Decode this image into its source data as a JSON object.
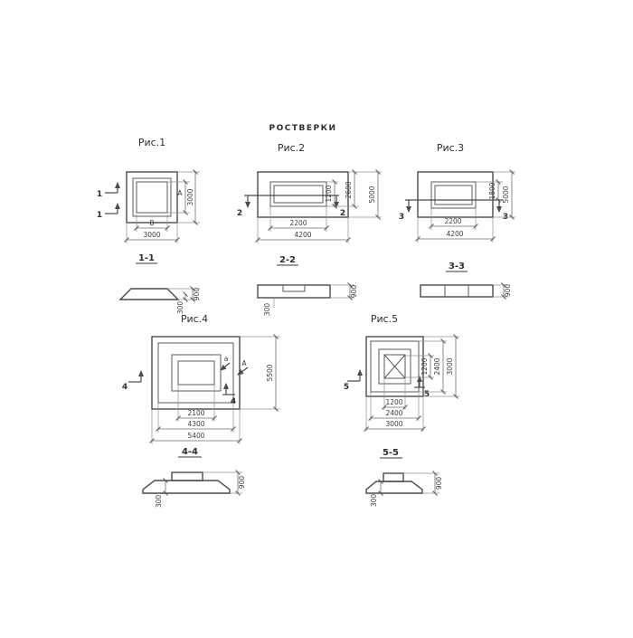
{
  "title": "РОСТВЕРКИ",
  "fig1": {
    "label": "Рис.1",
    "cut": "1",
    "plan": {
      "dim_b": "В",
      "dim_width": "3000",
      "dim_a": "А",
      "dim_height": "3000"
    },
    "section": {
      "label": "1-1",
      "dim_300": "300",
      "dim_900": "900"
    }
  },
  "fig2": {
    "label": "Рис.2",
    "cut": "2",
    "plan": {
      "dim_w1": "2200",
      "dim_w2": "4200",
      "dim_h1": "1200",
      "dim_h2": "2600",
      "dim_h3": "5000"
    },
    "section": {
      "label": "2-2",
      "dim_300": "300",
      "dim_900": "900"
    }
  },
  "fig3": {
    "label": "Рис.3",
    "cut": "3",
    "plan": {
      "dim_w1": "2200",
      "dim_w2": "4200",
      "dim_h1": "1800",
      "dim_h2": "5000"
    },
    "section": {
      "label": "3-3",
      "dim_900": "900"
    }
  },
  "fig4": {
    "label": "Рис.4",
    "cut": "4",
    "plan": {
      "dim_w1": "2100",
      "dim_w2": "4300",
      "dim_w3": "5400",
      "dim_h1": "5500",
      "mark_a": "а",
      "mark_A": "А"
    },
    "section": {
      "label": "4-4",
      "dim_300": "300",
      "dim_900": "900"
    }
  },
  "fig5": {
    "label": "Рис.5",
    "cut": "5",
    "plan": {
      "dim_w1": "1200",
      "dim_w2": "2400",
      "dim_w3": "3000",
      "dim_h1": "1200",
      "dim_h2": "2400",
      "dim_h3": "3000"
    },
    "section": {
      "label": "5-5",
      "dim_300": "300",
      "dim_900": "900"
    }
  }
}
